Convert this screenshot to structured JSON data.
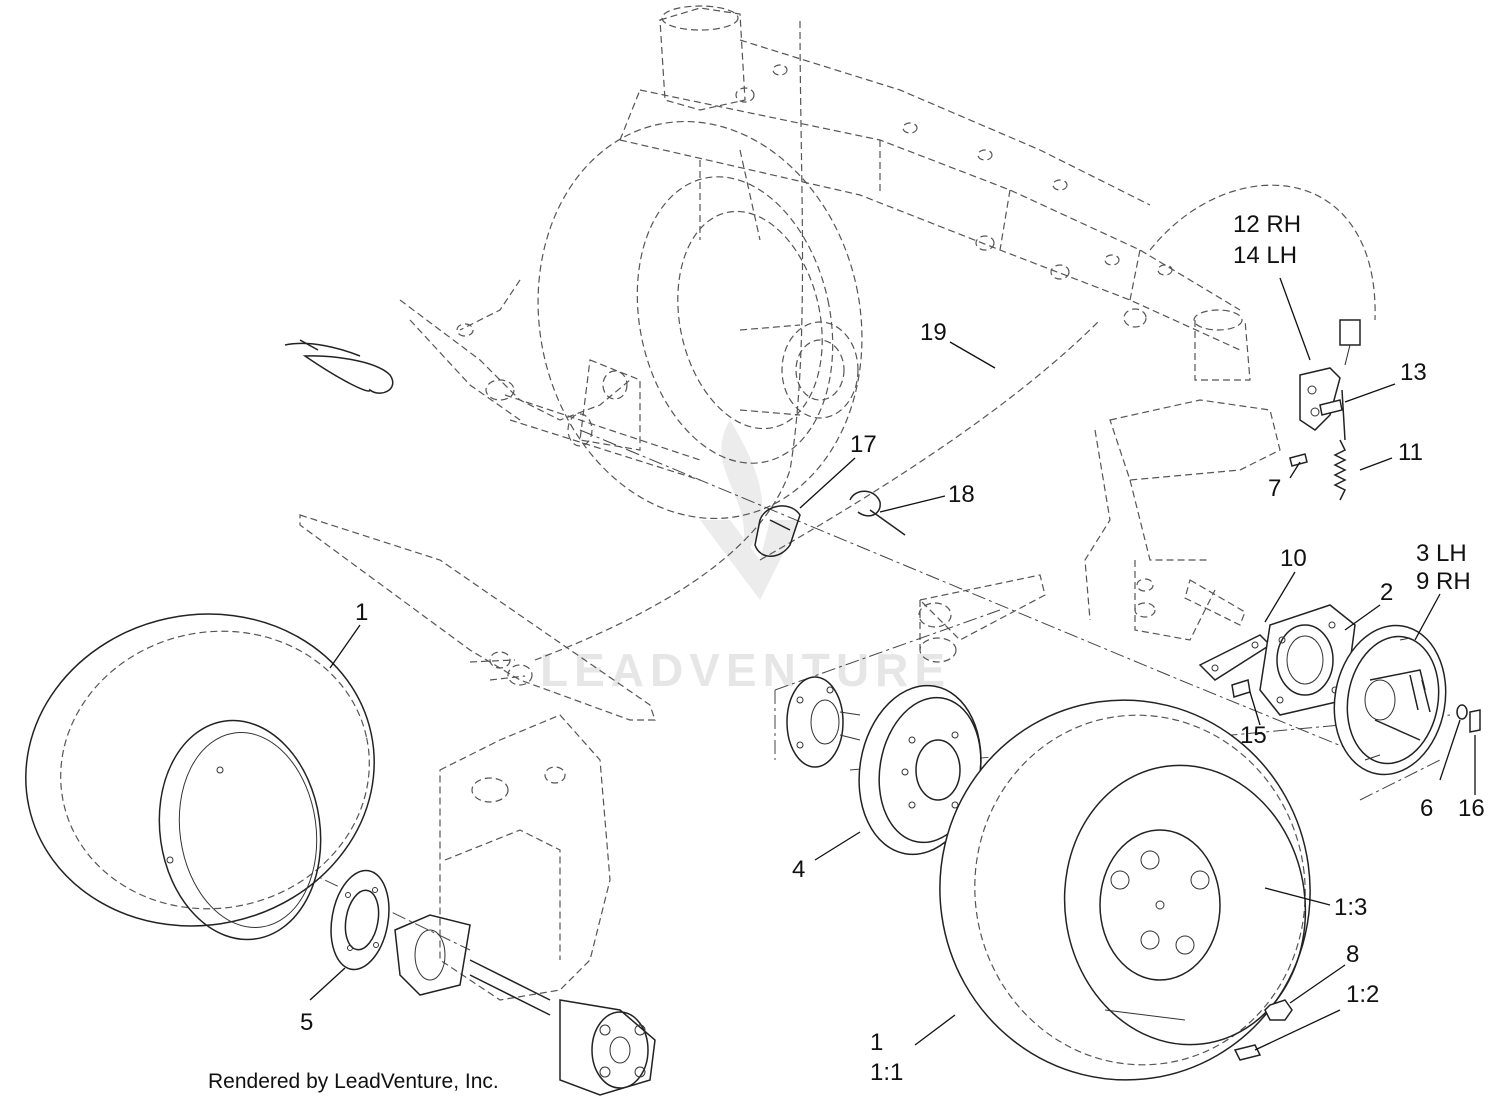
{
  "diagram": {
    "watermark": "LEADVENTURE",
    "credit": "Rendered by LeadVenture, Inc.",
    "callouts": {
      "c1_left": "1",
      "c1_bottom": "1",
      "c1_1": "1:1",
      "c1_2": "1:2",
      "c1_3": "1:3",
      "c2": "2",
      "c3_lh": "3  LH",
      "c9_rh": "9  RH",
      "c4": "4",
      "c5": "5",
      "c6": "6",
      "c7": "7",
      "c8": "8",
      "c10": "10",
      "c11": "11",
      "c12_rh": "12  RH",
      "c14_lh": "14  LH",
      "c13": "13",
      "c15": "15",
      "c16": "16",
      "c17": "17",
      "c18": "18",
      "c19": "19"
    }
  }
}
